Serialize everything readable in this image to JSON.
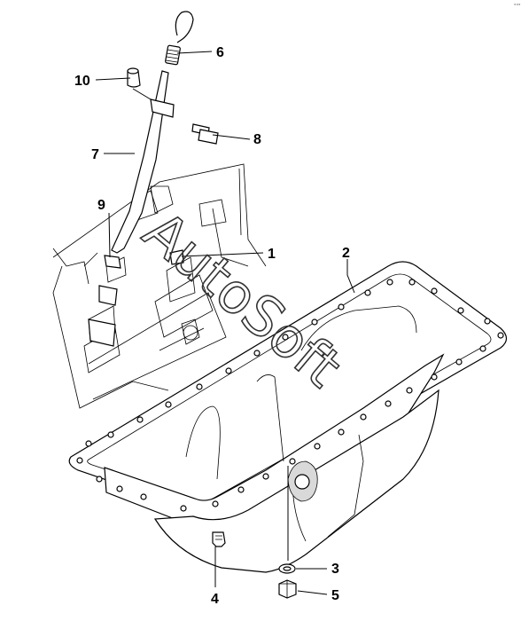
{
  "diagram": {
    "callouts": [
      "1",
      "2",
      "3",
      "4",
      "5",
      "6",
      "7",
      "8",
      "9",
      "10"
    ],
    "watermark": "AutoSoft",
    "corner_mark": "°°°"
  }
}
